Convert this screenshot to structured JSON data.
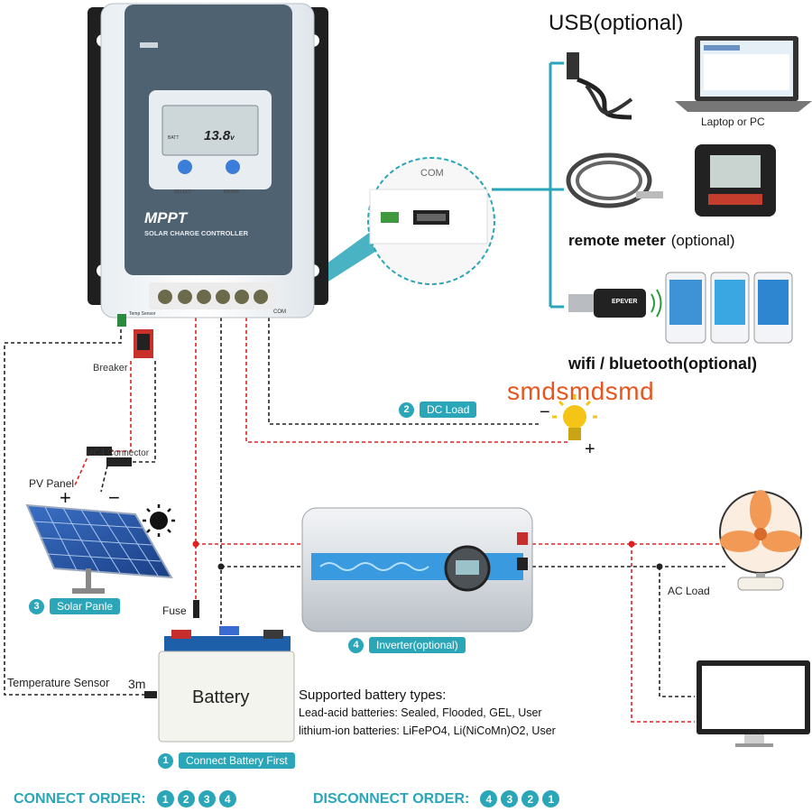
{
  "controller": {
    "brand": "MPPT",
    "subtitle": "SOLAR CHARGE CONTROLLER",
    "lcd_value": "13.8",
    "lcd_unit": "v",
    "lcd_batt_label": "BATT",
    "btn_select": "SELECT",
    "btn_enter": "ENTER",
    "temp_sensor_label": "Temp Sensor",
    "com_label": "COM"
  },
  "com_zoom": {
    "label": "COM"
  },
  "accessories": {
    "usb_title": "USB(optional)",
    "laptop_label": "Laptop or PC",
    "remote_meter_label": "remote meter",
    "remote_meter_optional": "(optional)",
    "wifi_label": "wifi / bluetooth(optional)",
    "wifi_brand": "EPEVER"
  },
  "watermark": "smdsmdsmd",
  "dc_load": {
    "num": "2",
    "label": "DC Load",
    "minus": "−",
    "plus": "+"
  },
  "breaker_label": "Breaker",
  "mc4_label": "MC4 Connector",
  "pv_panel": {
    "label": "PV Panel",
    "plus": "+",
    "minus": "−"
  },
  "solar": {
    "num": "3",
    "label": "Solar Panle"
  },
  "fuse_label": "Fuse",
  "temperature_sensor": {
    "label": "Temperature Sensor",
    "length": "3m"
  },
  "battery": {
    "label": "Battery",
    "num": "1",
    "step_label": "Connect Battery First"
  },
  "supported": {
    "title": "Supported battery types:",
    "line1": "Lead-acid batteries: Sealed, Flooded, GEL, User",
    "line2": "lithium-ion batteries: LiFePO4, Li(NiCoMn)O2, User"
  },
  "inverter": {
    "num": "4",
    "label": "Inverter(optional)"
  },
  "ac_load_label": "AC Load",
  "order": {
    "connect_label": "CONNECT ORDER:",
    "connect_nums": [
      "1",
      "2",
      "3",
      "4"
    ],
    "disconnect_label": "DISCONNECT ORDER:",
    "disconnect_nums": [
      "4",
      "3",
      "2",
      "1"
    ]
  },
  "colors": {
    "teal": "#2aa6b8",
    "wire_red": "#e02020",
    "wire_black": "#222222",
    "controller_panel": "#4f6272"
  }
}
